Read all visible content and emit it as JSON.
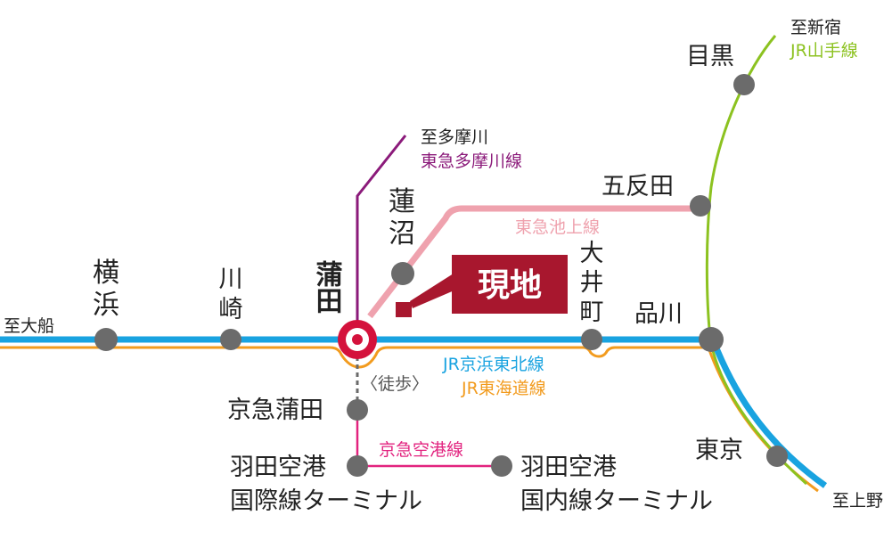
{
  "stations": {
    "kamata": "蒲田",
    "hasunuma_1": "蓮",
    "hasunuma_2": "沼",
    "yokohama_1": "横",
    "yokohama_2": "浜",
    "kawasaki_1": "川",
    "kawasaki_2": "崎",
    "oimachi_1": "大",
    "oimachi_2": "井",
    "oimachi_3": "町",
    "shinagawa": "品川",
    "gotanda": "五反田",
    "meguro": "目黒",
    "tokyo": "東京",
    "keikyu_kamata": "京急蒲田",
    "haneda_intl_1": "羽田空港",
    "haneda_intl_2": "国際線ターミナル",
    "haneda_dom_1": "羽田空港",
    "haneda_dom_2": "国内線ターミナル"
  },
  "destinations": {
    "ofuna": "至大船",
    "tamagawa": "至多摩川",
    "shinjuku": "至新宿",
    "ueno": "至上野"
  },
  "lines": {
    "tamagawa_line": "東急多摩川線",
    "ikegami_line": "東急池上線",
    "yamanote_line": "JR山手線",
    "keihin_tohoku_line": "JR京浜東北線",
    "tokaido_line": "JR東海道線",
    "airport_line": "京急空港線"
  },
  "walk_label": "〈徒歩〉",
  "site_label": "現地",
  "colors": {
    "keihin_tohoku": "#19a3e0",
    "tokaido": "#f29b1e",
    "yamanote": "#8cc220",
    "tamagawa": "#8b1a7a",
    "ikegami": "#efa2ae",
    "airport": "#e2237f",
    "kamata_accent": "#d4123c",
    "site_box": "#a8172e",
    "station_dot": "#6b6b6b"
  }
}
